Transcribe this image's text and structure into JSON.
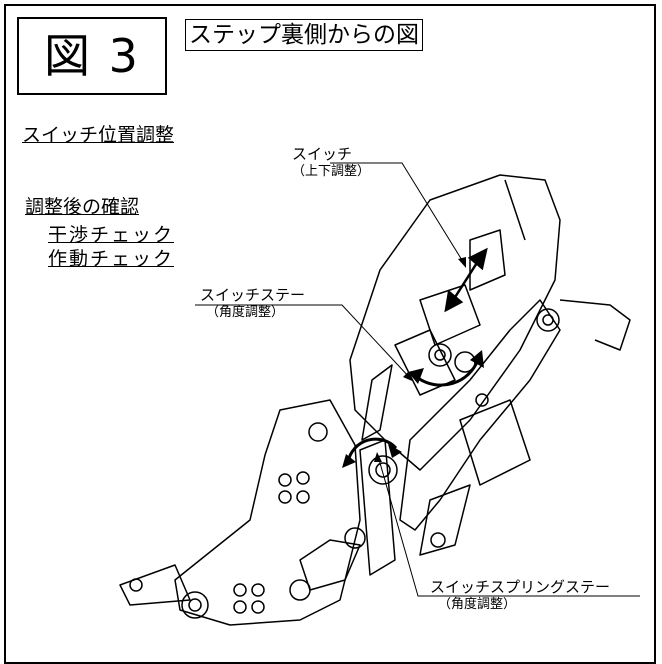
{
  "figure": {
    "number": "図 3",
    "caption": "ステップ裏側からの図"
  },
  "section_heading": "スイッチ位置調整",
  "checks": {
    "title": "調整後の確認",
    "items": [
      "干渉チェック",
      "作動チェック"
    ]
  },
  "callouts": {
    "switch": {
      "name": "スイッチ",
      "note": "（上下調整）"
    },
    "switch_stay": {
      "name": "スイッチステー",
      "note": "（角度調整）"
    },
    "spring_stay": {
      "name": "スイッチスプリングステー",
      "note": "（角度調整）"
    }
  }
}
